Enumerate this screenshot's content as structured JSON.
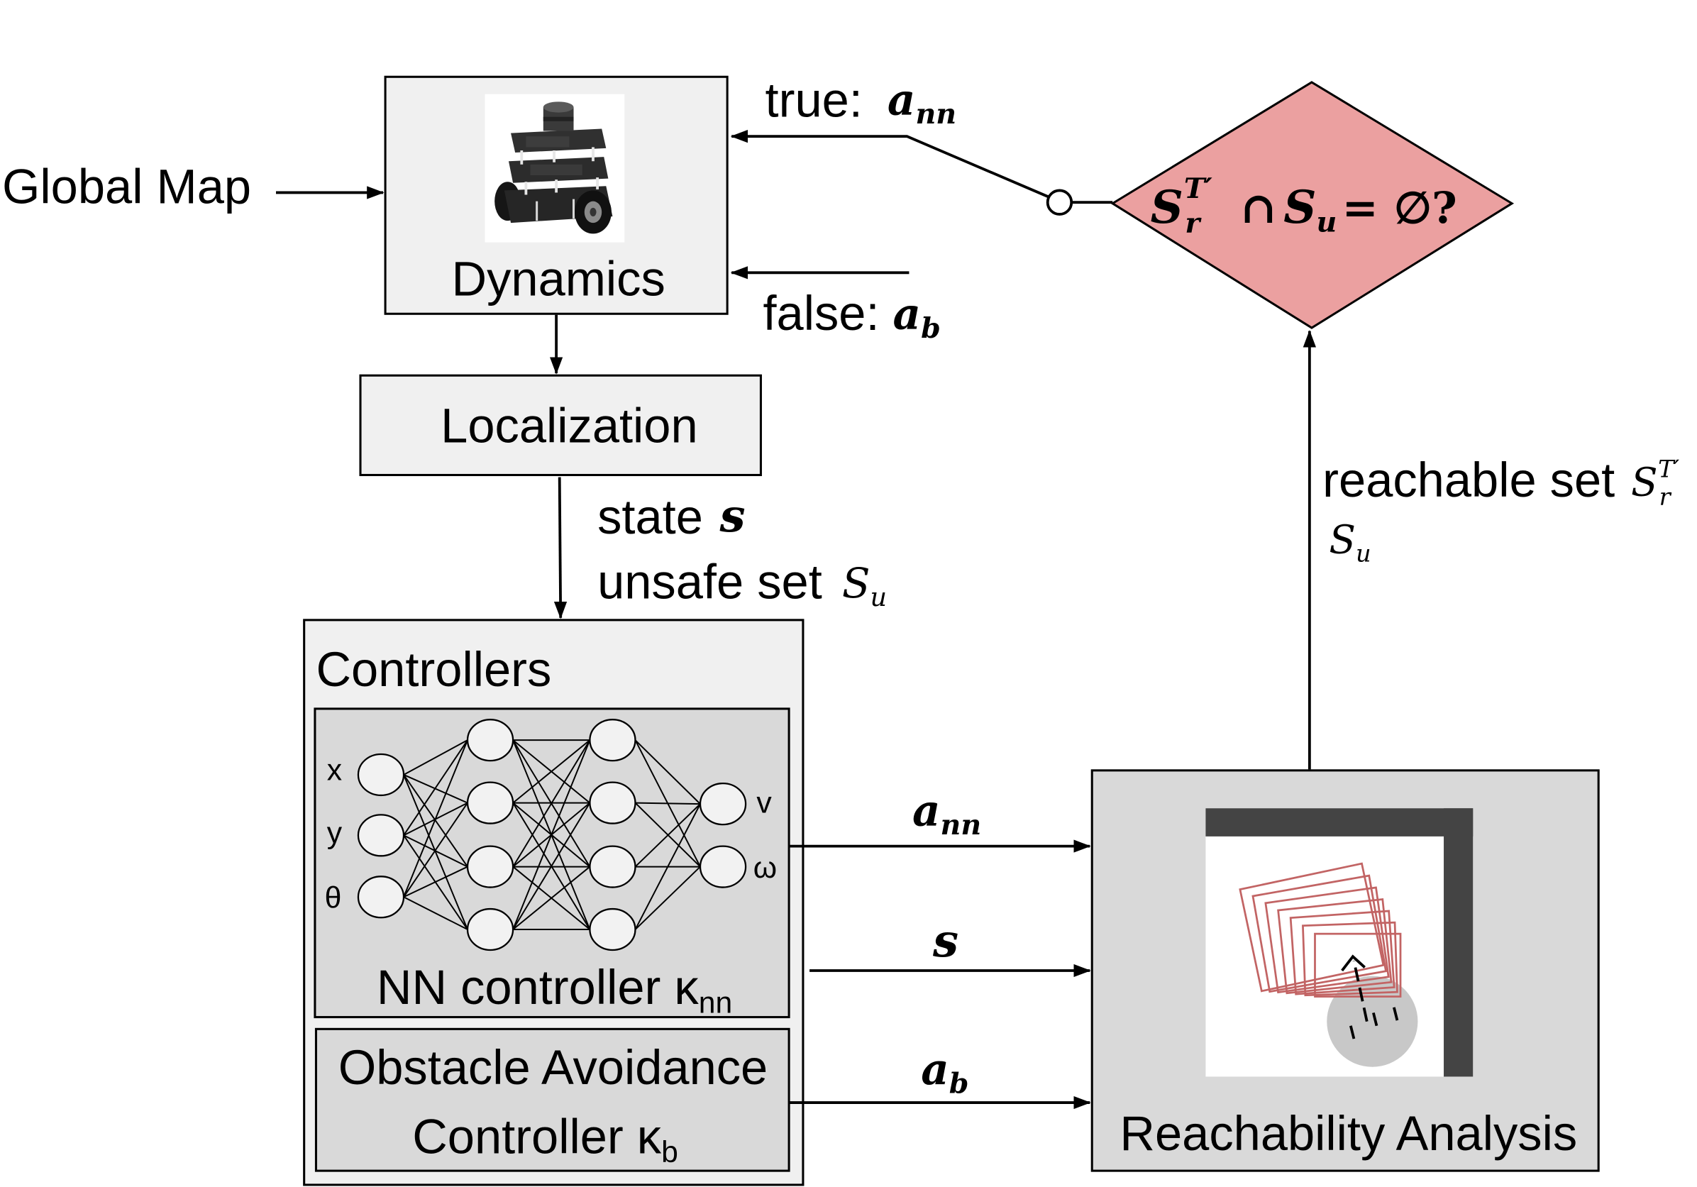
{
  "global_map": "Global Map",
  "dynamics": {
    "label": "Dynamics",
    "icon": "turtlebot-robot-icon"
  },
  "localization": "Localization",
  "localization_outputs": {
    "state_label": "state",
    "state_symbol": "s",
    "unsafe_label": "unsafe set",
    "unsafe_symbol": {
      "base": "S",
      "sub": "u"
    }
  },
  "controllers": {
    "title": "Controllers",
    "nn": {
      "inputs": [
        "x",
        "y",
        "θ"
      ],
      "outputs": [
        "v",
        "ω"
      ],
      "label": "NN controller κ",
      "label_sub": "nn"
    },
    "obstacle": {
      "line1": "Obstacle Avoidance",
      "line2": "Controller κ",
      "line2_sub": "b"
    }
  },
  "signals": {
    "a_nn": {
      "base": "a",
      "sub": "nn"
    },
    "s": "s",
    "a_b": {
      "base": "a",
      "sub": "b"
    }
  },
  "reachability": {
    "label": "Reachability Analysis",
    "output_label": "reachable set",
    "output_symbol": {
      "base": "S",
      "sub": "r",
      "sup": "T′"
    },
    "unsafe_symbol": {
      "base": "S",
      "sub": "u"
    }
  },
  "decision": {
    "set1": {
      "base": "S",
      "sub": "r",
      "sup": "T′"
    },
    "op": "∩",
    "set2": {
      "base": "S",
      "sub": "u"
    },
    "eq": "=",
    "rhs": "∅?"
  },
  "switch": {
    "true_label": "true:",
    "true_action": {
      "base": "a",
      "sub": "nn"
    },
    "false_label": "false:",
    "false_action": {
      "base": "a",
      "sub": "b"
    }
  },
  "colors": {
    "block_fill": "#f0f0f0",
    "inner_fill": "#d9d9d9",
    "decision_fill": "#eba0a0",
    "wall": "#444444",
    "map_free": "#ffffff",
    "reach_set": "#c26464",
    "robot_footprint": "#c8c8c8"
  }
}
